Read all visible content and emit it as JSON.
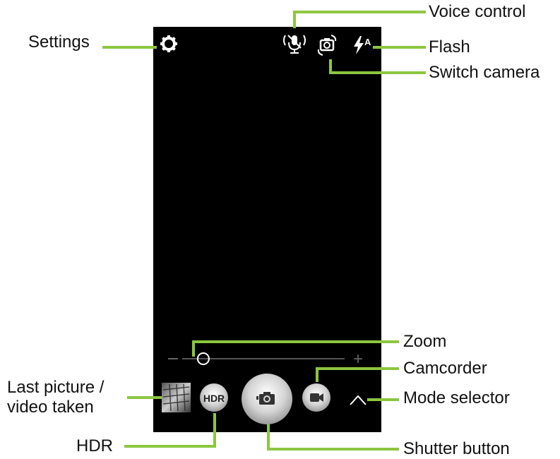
{
  "callouts": {
    "voice_control": "Voice control",
    "settings": "Settings",
    "flash": "Flash",
    "switch_camera": "Switch camera",
    "zoom": "Zoom",
    "camcorder": "Camcorder",
    "last_picture_line1": "Last picture /",
    "last_picture_line2": "video taken",
    "mode_selector": "Mode selector",
    "hdr": "HDR",
    "shutter_button": "Shutter button"
  },
  "ui": {
    "hdr_button_label": "HDR",
    "flash_mode_label": "A",
    "zoom_plus": "+",
    "zoom_level": 0.13
  },
  "colors": {
    "leader": "#8dc63f",
    "screen": "#000000",
    "icon": "#ffffff",
    "button_metal": "#d9d9d9"
  },
  "icons": {
    "settings": "gear-icon",
    "voice": "microphone-icon",
    "switch_camera": "camera-switch-icon",
    "flash": "flash-auto-icon",
    "shutter": "camera-icon",
    "camcorder": "video-camera-icon",
    "mode": "chevron-up-icon"
  }
}
